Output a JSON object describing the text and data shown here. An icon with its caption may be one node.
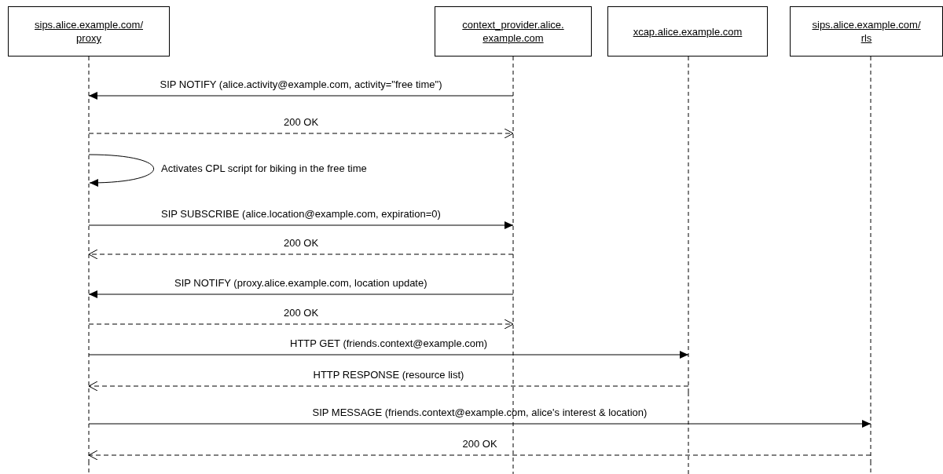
{
  "diagram": {
    "nodes": [
      {
        "text": [
          "sips.alice.example.com/ proxy"
        ]
      },
      {
        "text": [
          "context_provider.alice. example.com"
        ]
      },
      {
        "text": [
          "xcap.alice.example.com"
        ]
      },
      {
        "text": [
          "sips.alice.example.com/ rls"
        ]
      }
    ],
    "edges": [
      {
        "from": 1,
        "to": 0,
        "arrow": "to",
        "label": "SIP NOTIFY (alice.activity@example.com, activity=\"free time\")"
      },
      {
        "from": 0,
        "to": 1,
        "arrow": "to",
        "style": "dashed",
        "label": "200 OK"
      },
      {
        "from": 0,
        "to": 0,
        "arrow": "to",
        "label": "Activates CPL script for biking in the free time"
      },
      {
        "from": 0,
        "to": 1,
        "arrow": "to",
        "label": "SIP SUBSCRIBE (alice.location@example.com, expiration=0)"
      },
      {
        "from": 1,
        "to": 0,
        "arrow": "to",
        "style": "dashed",
        "label": "200 OK"
      },
      {
        "from": 1,
        "to": 0,
        "arrow": "to",
        "label": "SIP NOTIFY (proxy.alice.example.com, location update)"
      },
      {
        "from": 0,
        "to": 1,
        "arrow": "to",
        "style": "dashed",
        "label": "200 OK"
      },
      {
        "from": 0,
        "to": 2,
        "arrow": "to",
        "label": "HTTP GET (friends.context@example.com)"
      },
      {
        "from": 2,
        "to": 0,
        "arrow": "to",
        "style": "dashed",
        "label": "HTTP RESPONSE (resource list)"
      },
      {
        "from": 0,
        "to": 3,
        "arrow": "to",
        "label": "SIP MESSAGE (friends.context@example.com, alice's interest & location)"
      },
      {
        "from": 3,
        "to": 0,
        "arrow": "to",
        "style": "dashed",
        "label": "200 OK"
      }
    ]
  }
}
